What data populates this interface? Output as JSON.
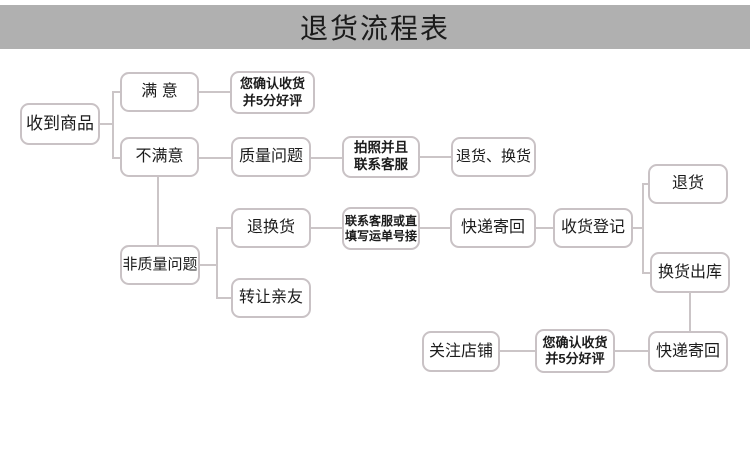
{
  "title": "退货流程表",
  "colors": {
    "background": "#ffffff",
    "banner_bg": "#b0b0b0",
    "banner_text": "#1b1b1b",
    "box_border": "#c9c2c5",
    "connector_line": "#cbc5c7",
    "box_text": "#1c1c1c"
  },
  "nodes": {
    "received": {
      "label": "收到商品"
    },
    "satisfied": {
      "label": "满 意"
    },
    "confirm_top": {
      "label": "您确认收货\n并5分好评"
    },
    "unsatisfied": {
      "label": "不满意"
    },
    "quality_issue": {
      "label": "质量问题"
    },
    "photo_contact": {
      "label": "拍照并且\n联系客服"
    },
    "return_or_exchange": {
      "label": "退货、换货"
    },
    "non_quality_issue": {
      "label": "非质量问题"
    },
    "exchange_return": {
      "label": "退换货"
    },
    "contact_waybill": {
      "label": "联系客服或直\n填写运单号接"
    },
    "express_return_mid": {
      "label": "快递寄回"
    },
    "receipt_register": {
      "label": "收货登记"
    },
    "return_goods": {
      "label": "退货"
    },
    "exchange_outbound": {
      "label": "换货出库"
    },
    "transfer_friends": {
      "label": "转让亲友"
    },
    "follow_store": {
      "label": "关注店铺"
    },
    "confirm_bottom": {
      "label": "您确认收货\n并5分好评"
    },
    "express_return_bottom": {
      "label": "快递寄回"
    }
  }
}
